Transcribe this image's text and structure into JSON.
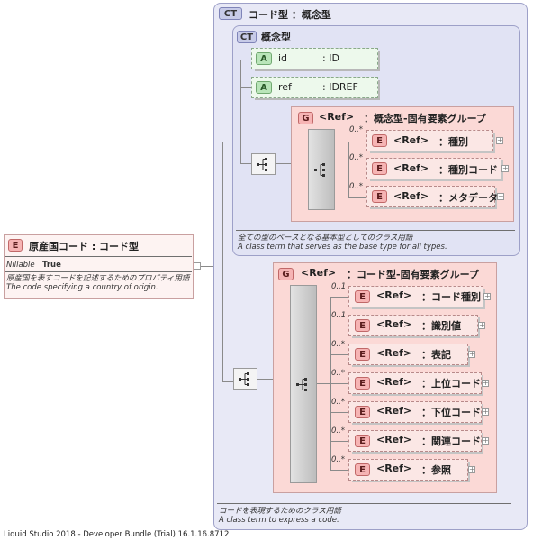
{
  "root": {
    "badge": "E",
    "title": "原産国コード : コード型",
    "nillable_label": "Nillable",
    "nillable_value": "True",
    "doc_ja": "原産国を表すコードを記述するためのプロパティ用語",
    "doc_en": "The code specifying a country of origin."
  },
  "outer_type": {
    "badge": "CT",
    "title": "コード型 ：概念型",
    "doc_ja": "コードを表現するためのクラス用語",
    "doc_en": "A class term to express a code."
  },
  "inner_type": {
    "badge": "CT",
    "title": "概念型",
    "doc_ja": "全ての型のベースとなる基本型としてのクラス用語",
    "doc_en": "A class term that serves as the base type for all types."
  },
  "attributes": [
    {
      "badge": "A",
      "name": "id",
      "type": ": ID"
    },
    {
      "badge": "A",
      "name": "ref",
      "type": ": IDREF"
    }
  ],
  "group1": {
    "badge": "G",
    "ref": "<Ref>",
    "title": "：概念型-固有要素グループ",
    "items": [
      {
        "badge": "E",
        "occurs": "0..*",
        "ref": "<Ref>",
        "name": "：種別",
        "plus": "+"
      },
      {
        "badge": "E",
        "occurs": "0..*",
        "ref": "<Ref>",
        "name": "：種別コード",
        "plus": "+"
      },
      {
        "badge": "E",
        "occurs": "0..*",
        "ref": "<Ref>",
        "name": "：メタデータ",
        "plus": "+"
      }
    ]
  },
  "group2": {
    "badge": "G",
    "ref": "<Ref>",
    "title": "：コード型-固有要素グループ",
    "items": [
      {
        "badge": "E",
        "occurs": "0..1",
        "ref": "<Ref>",
        "name": "：コード種別",
        "plus": "+"
      },
      {
        "badge": "E",
        "occurs": "0..1",
        "ref": "<Ref>",
        "name": "：識別値",
        "plus": "+"
      },
      {
        "badge": "E",
        "occurs": "0..*",
        "ref": "<Ref>",
        "name": "：表記",
        "plus": "+"
      },
      {
        "badge": "E",
        "occurs": "0..*",
        "ref": "<Ref>",
        "name": "：上位コード",
        "plus": "+"
      },
      {
        "badge": "E",
        "occurs": "0..*",
        "ref": "<Ref>",
        "name": "：下位コード",
        "plus": "+"
      },
      {
        "badge": "E",
        "occurs": "0..*",
        "ref": "<Ref>",
        "name": "：関連コード",
        "plus": "+"
      },
      {
        "badge": "E",
        "occurs": "0..*",
        "ref": "<Ref>",
        "name": "：参照",
        "plus": "+"
      }
    ]
  },
  "footer": "Liquid Studio 2018 - Developer Bundle (Trial) 16.1.16.8712"
}
